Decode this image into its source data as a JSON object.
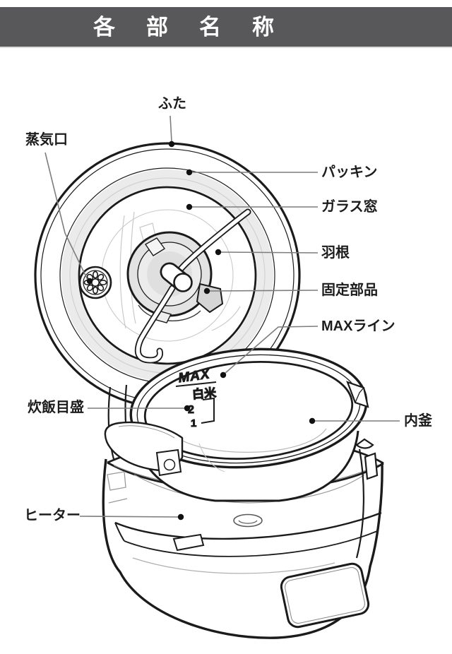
{
  "header": {
    "title": "各部名称",
    "bg_color": "#58585a",
    "text_color": "#ffffff"
  },
  "diagram": {
    "labels": [
      {
        "id": "futa",
        "text": "ふた"
      },
      {
        "id": "jokiko",
        "text": "蒸気口"
      },
      {
        "id": "pakkin",
        "text": "パッキン"
      },
      {
        "id": "garasu-mado",
        "text": "ガラス窓"
      },
      {
        "id": "hane",
        "text": "羽根"
      },
      {
        "id": "kotei-buhin",
        "text": "固定部品"
      },
      {
        "id": "max-line",
        "text": "MAXライン"
      },
      {
        "id": "uchigama",
        "text": "内釜"
      },
      {
        "id": "suihan-memori",
        "text": "炊飯目盛"
      },
      {
        "id": "heater",
        "text": "ヒーター"
      }
    ],
    "pot_markings": {
      "max": "MAX",
      "rice_type": "白米",
      "scale_2": "2",
      "scale_1": "1"
    },
    "colors": {
      "line": "#1b1b1b",
      "leader_line": "#7d7d7d",
      "packing_gray": "#ebebeb",
      "hub_gray": "#e3e3e3"
    }
  }
}
